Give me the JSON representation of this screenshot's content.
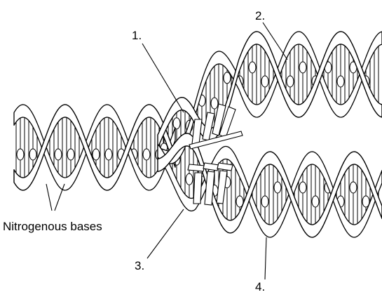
{
  "labels": {
    "one": "1.",
    "two": "2.",
    "three": "3.",
    "four": "4.",
    "bases": "Nitrogenous bases"
  },
  "colors": {
    "ink": "#000000",
    "paper": "#ffffff"
  }
}
